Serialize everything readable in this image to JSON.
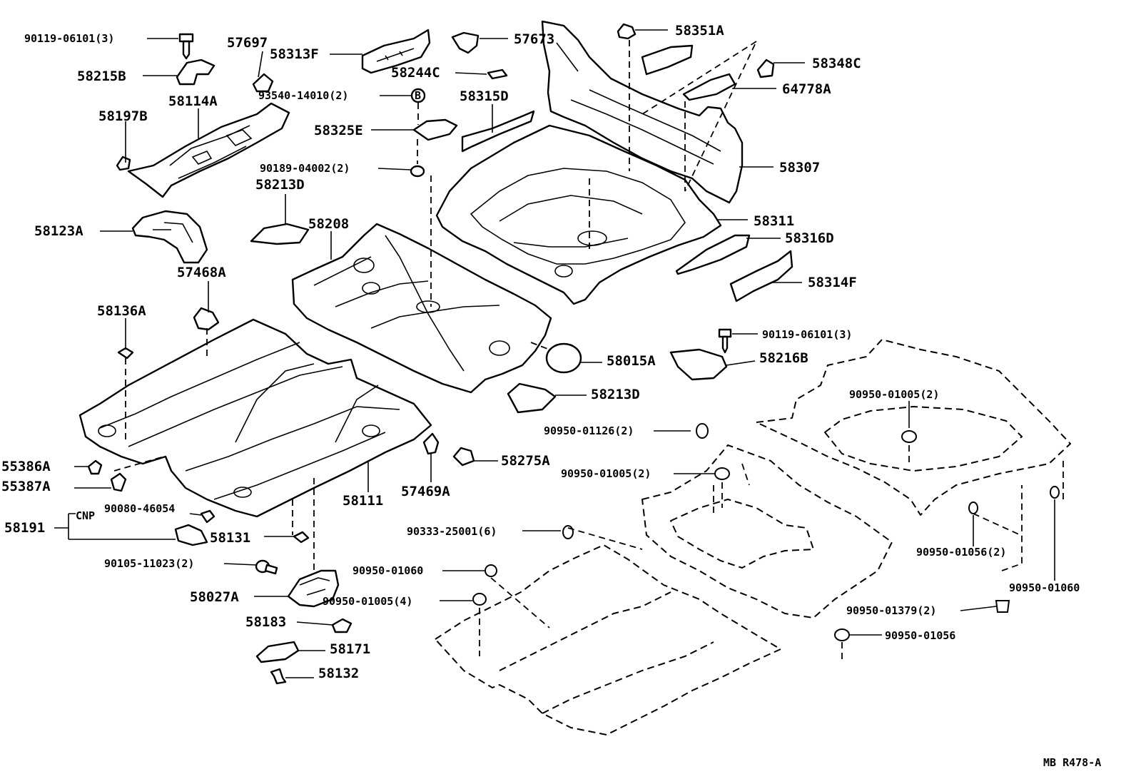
{
  "diagram": {
    "figure_code": "MB  R478-A",
    "callouts": {
      "c90119_06101_a": "90119-06101(3)",
      "c57697": "57697",
      "c58313F": "58313F",
      "c57673": "57673",
      "c58351A": "58351A",
      "c58348C": "58348C",
      "c58215B": "58215B",
      "c58244C": "58244C",
      "c64778A": "64778A",
      "c93540_14010": "93540-14010(2)",
      "c58114A": "58114A",
      "c58315D": "58315D",
      "c58197B": "58197B",
      "c58325E": "58325E",
      "c90189_04002": "90189-04002(2)",
      "c58307": "58307",
      "c58213D_a": "58213D",
      "c58123A": "58123A",
      "c58208": "58208",
      "c58311": "58311",
      "c58316D": "58316D",
      "c57468A": "57468A",
      "c58314F": "58314F",
      "c58136A": "58136A",
      "c90119_06101_b": "90119-06101(3)",
      "c58015A": "58015A",
      "c58216B": "58216B",
      "c58213D_b": "58213D",
      "c90950_01005_a": "90950-01005(2)",
      "c90950_01126": "90950-01126(2)",
      "c58275A": "58275A",
      "c55386A": "55386A",
      "c55387A": "55387A",
      "c57469A": "57469A",
      "c90950_01005_b": "90950-01005(2)",
      "c58111": "58111",
      "c90080_46054": "90080-46054",
      "c58191": "58191",
      "cnp": "CNP",
      "c58131": "58131",
      "c90333_25001": "90333-25001(6)",
      "c90950_01056_a": "90950-01056(2)",
      "c90105_11023": "90105-11023(2)",
      "c90950_01060_a": "90950-01060",
      "c58027A": "58027A",
      "c90950_01005_c": "90950-01005(4)",
      "c90950_01060_b": "90950-01060",
      "c58183": "58183",
      "c90950_01379": "90950-01379(2)",
      "c90950_01056_b": "90950-01056",
      "c58171": "58171",
      "c58132": "58132",
      "bubble_b": "B"
    }
  }
}
